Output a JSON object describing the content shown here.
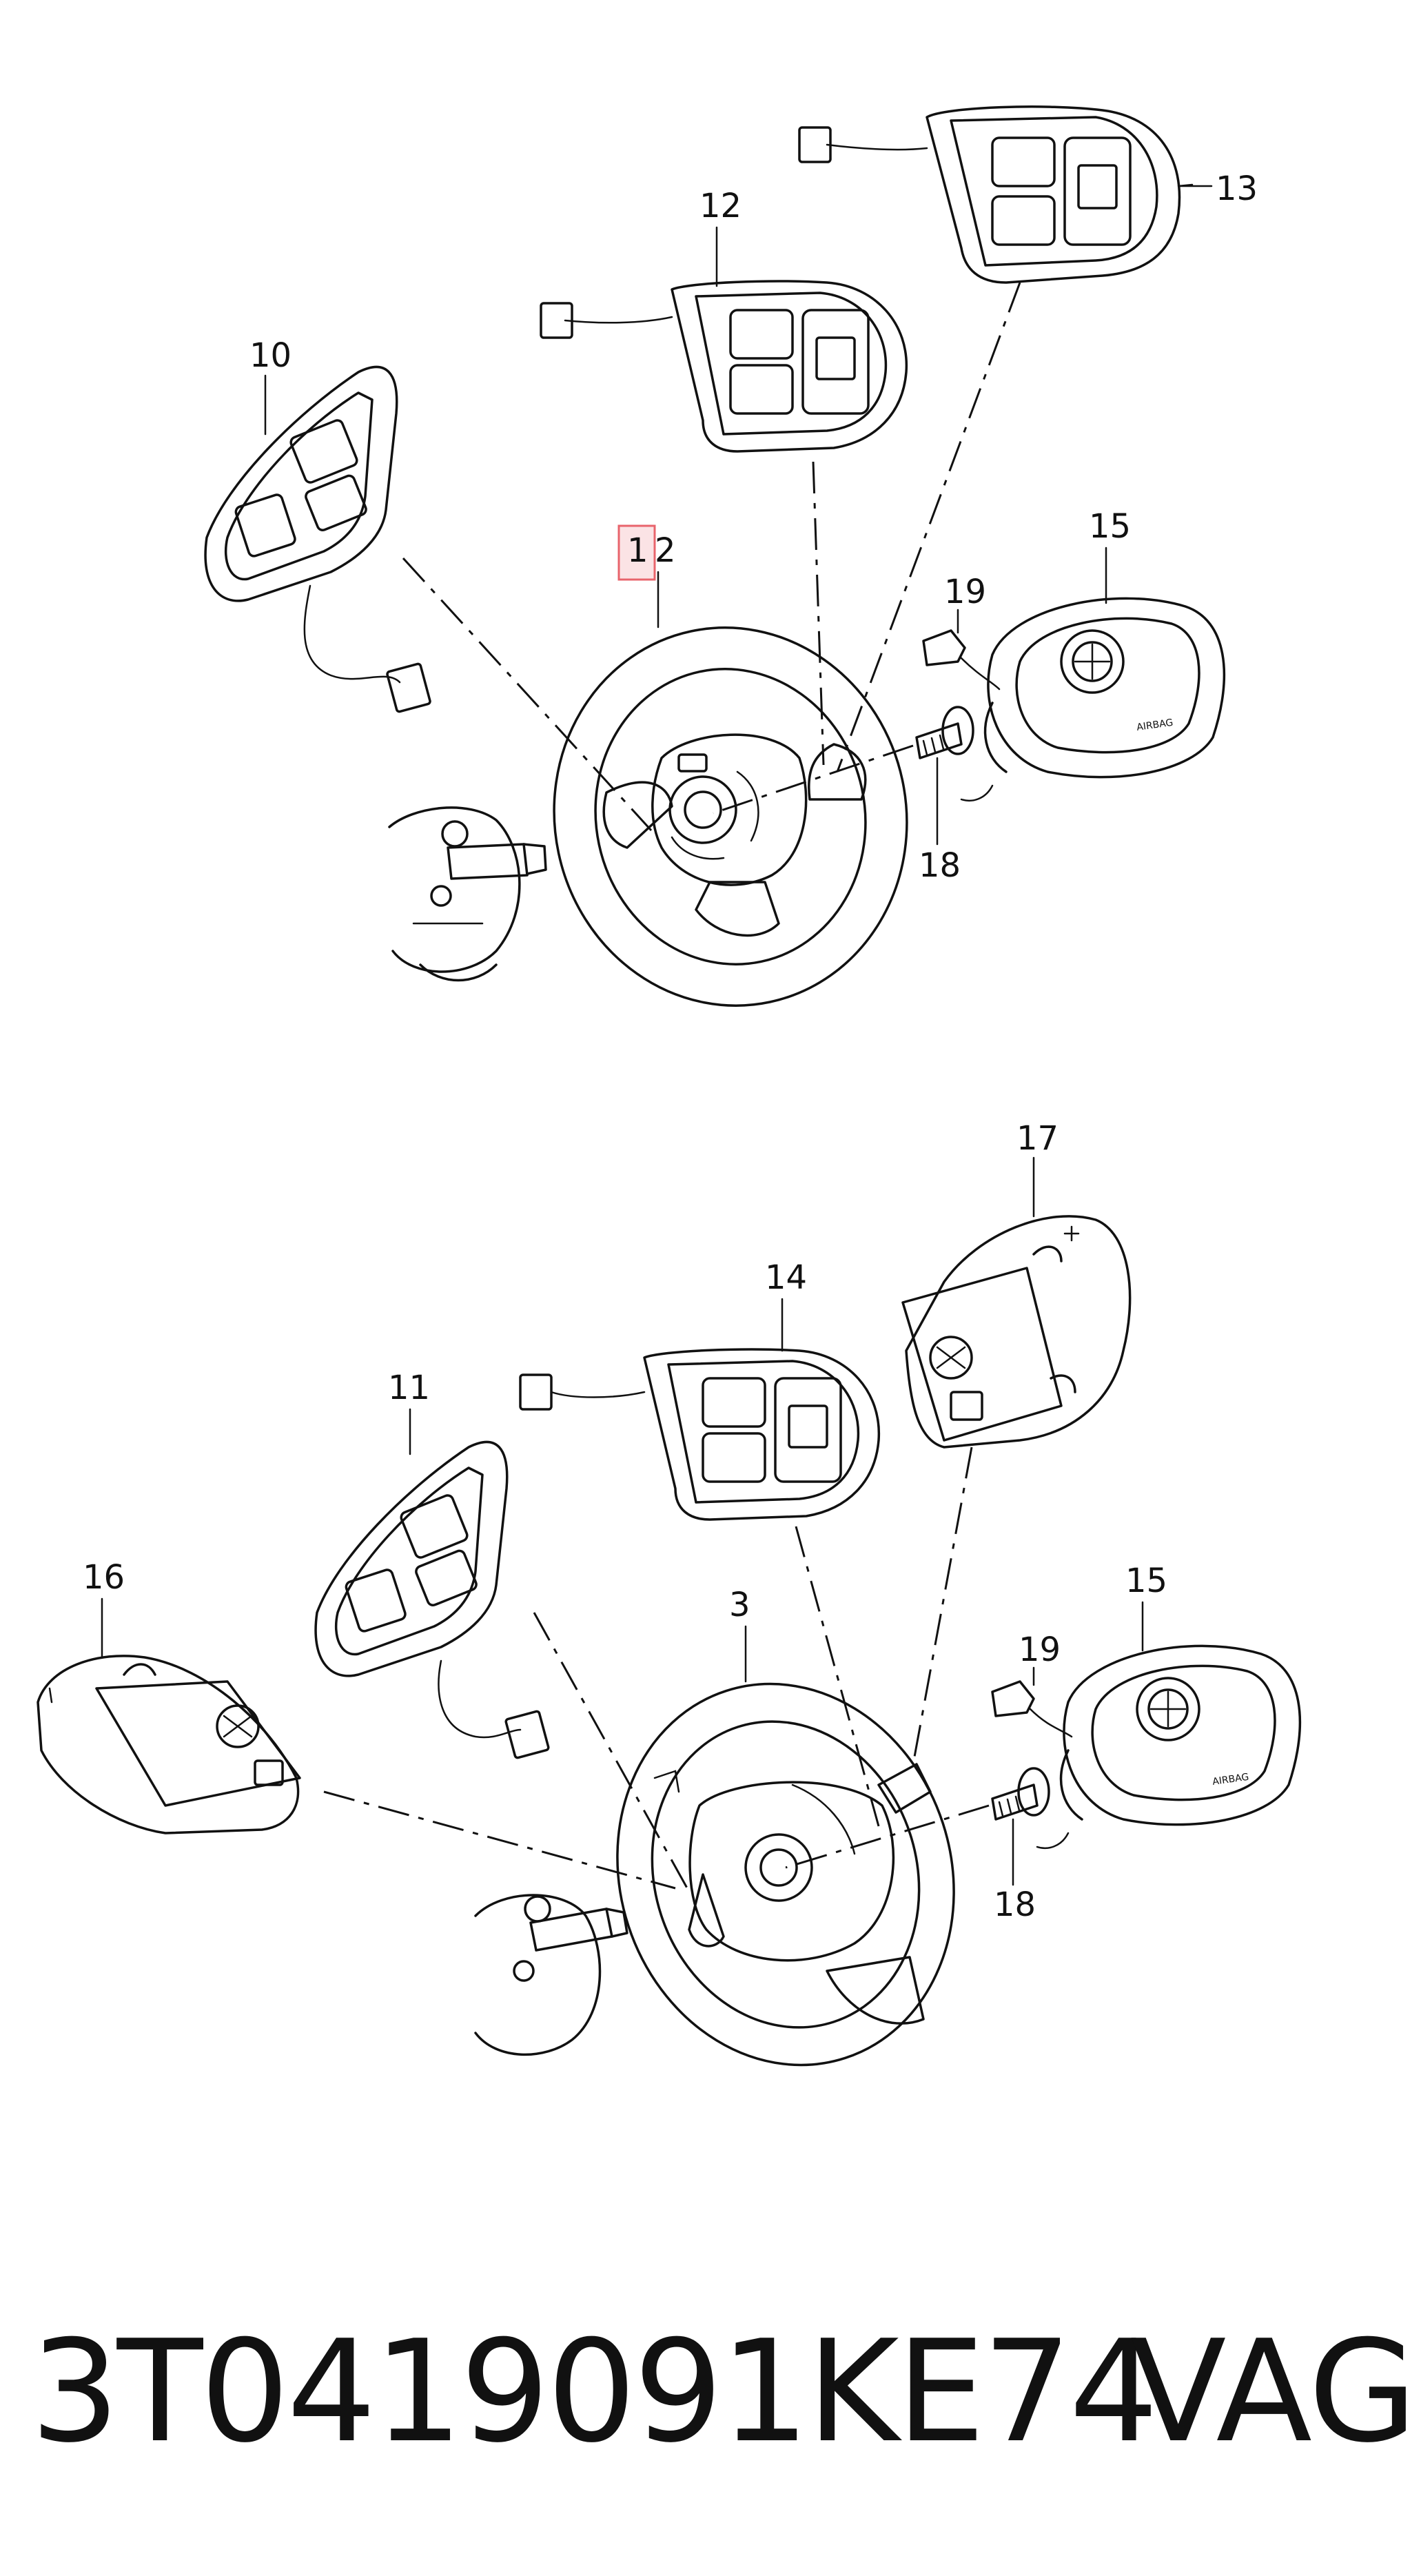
{
  "callouts_top": {
    "c10": "10",
    "c12": "12",
    "c13": "13",
    "c1": "1",
    "c2": "2",
    "c15": "15",
    "c19": "19",
    "c18": "18"
  },
  "callouts_bottom": {
    "c17": "17",
    "c14": "14",
    "c11": "11",
    "c16": "16",
    "c3": "3",
    "c15": "15",
    "c19": "19",
    "c18": "18"
  },
  "airbag_text": "AIRBAG",
  "footer": {
    "part_number": "3T0419091KE74",
    "brand": "VAG"
  },
  "colors": {
    "line": "#111111",
    "highlight": "#e8646c",
    "background": "#ffffff"
  }
}
